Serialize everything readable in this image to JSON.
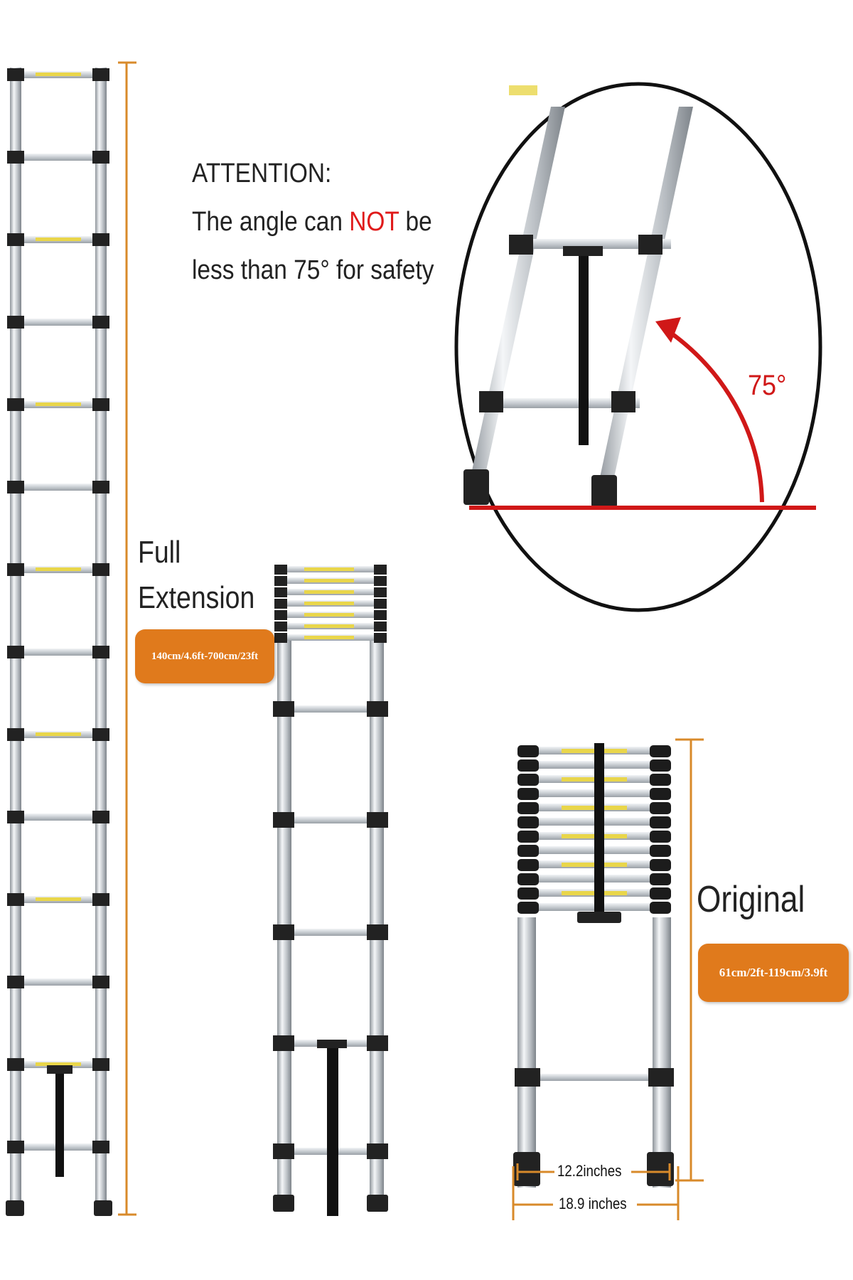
{
  "attention": {
    "heading": "ATTENTION:",
    "line2_before": "The angle can ",
    "line2_highlight": "NOT",
    "line2_after": " be",
    "line3": "less than 75° for safety"
  },
  "angle_label": "75°",
  "full_extension": {
    "line1": "Full",
    "line2": "Extension",
    "badge": "140cm/4.6ft-700cm/23ft"
  },
  "original": {
    "label": "Original",
    "badge": "61cm/2ft-119cm/3.9ft"
  },
  "dimensions": {
    "inner_width": "12.2inches",
    "outer_width": "18.9 inches"
  },
  "colors": {
    "badge": "#e07a1c",
    "dimension_line": "#d88a2a",
    "angle_red": "#d01818"
  }
}
